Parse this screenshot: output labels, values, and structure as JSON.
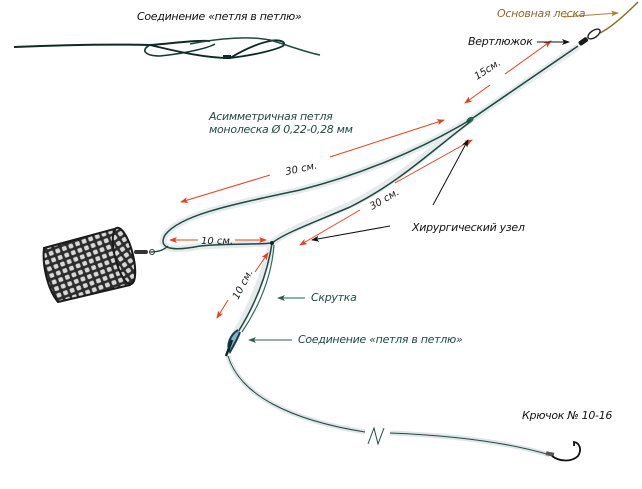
{
  "diagram": {
    "title": "Feeder rig with asymmetric loop",
    "colors": {
      "line": "#1e4a40",
      "line_shadow": "#dfe5e8",
      "dimension_arrow": "#e2401f",
      "pointer_black": "#111111",
      "pointer_teal": "#2e5e56",
      "pointer_gold": "#a6843a",
      "label_gold": "#8a6a22",
      "label_teal": "#1f4a44"
    },
    "labels": {
      "top_loop_join": "Соединение «петля в петлю»",
      "main_line": "Основная леска",
      "swivel": "Вертлюжок",
      "asym_loop_line1": "Асимметричная петля",
      "asym_loop_line2": "монолеска Ø 0,22-0,28 мм",
      "surgeon_knot": "Хирургический узел",
      "twist": "Скрутка",
      "loop_join": "Соединение «петля в петлю»",
      "hook": "Крючок № 10-16"
    },
    "dimensions": {
      "swivel_to_knot": "15см.",
      "long_arm": "30 см.",
      "short_arm": "30 см.",
      "feeder_loop": "10 см.",
      "leader_twist": "10 см."
    },
    "components": [
      "main-line",
      "swivel",
      "surgeon-knot",
      "asymmetric-loop",
      "feeder",
      "twist",
      "loop-to-loop-join",
      "leader",
      "hook"
    ]
  }
}
